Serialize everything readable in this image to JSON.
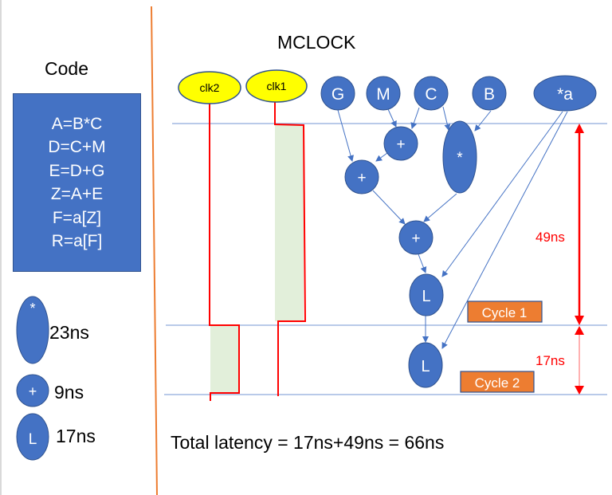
{
  "title": "MCLOCK",
  "code": {
    "heading": "Code",
    "lines": [
      "A=B*C",
      "D=C+M",
      "E=D+G",
      "Z=A+E",
      "F=a[Z]",
      "R=a[F]"
    ]
  },
  "legend": [
    {
      "symbol": "*",
      "shape": "tall-ellipse",
      "latency": "23ns"
    },
    {
      "symbol": "+",
      "shape": "circle",
      "latency": "9ns"
    },
    {
      "symbol": "L",
      "shape": "ellipse",
      "latency": "17ns"
    }
  ],
  "clocks": [
    {
      "id": "clk2",
      "label": "clk2"
    },
    {
      "id": "clk1",
      "label": "clk1"
    }
  ],
  "inputs": [
    {
      "id": "G",
      "label": "G"
    },
    {
      "id": "M",
      "label": "M"
    },
    {
      "id": "C",
      "label": "C"
    },
    {
      "id": "B",
      "label": "B"
    },
    {
      "id": "a",
      "label": "*a"
    }
  ],
  "operations": [
    {
      "id": "add1",
      "label": "+",
      "computes": "D=C+M"
    },
    {
      "id": "add2",
      "label": "+",
      "computes": "E=D+G"
    },
    {
      "id": "mul1",
      "label": "*",
      "computes": "A=B*C"
    },
    {
      "id": "add3",
      "label": "+",
      "computes": "Z=A+E"
    },
    {
      "id": "load1",
      "label": "L",
      "computes": "F=a[Z]"
    },
    {
      "id": "load2",
      "label": "L",
      "computes": "R=a[F]"
    }
  ],
  "edges": [
    [
      "M",
      "add1"
    ],
    [
      "C",
      "add1"
    ],
    [
      "G",
      "add2"
    ],
    [
      "add1",
      "add2"
    ],
    [
      "C",
      "mul1"
    ],
    [
      "B",
      "mul1"
    ],
    [
      "add2",
      "add3"
    ],
    [
      "mul1",
      "add3"
    ],
    [
      "add3",
      "load1"
    ],
    [
      "a",
      "load1"
    ],
    [
      "load1",
      "load2"
    ],
    [
      "a",
      "load2"
    ]
  ],
  "cycles": [
    {
      "label": "Cycle 1",
      "duration": "49ns"
    },
    {
      "label": "Cycle 2",
      "duration": "17ns"
    }
  ],
  "total_latency": "Total latency = 17ns+49ns = 66ns",
  "colors": {
    "node_fill": "#4472c4",
    "node_stroke": "#2f528f",
    "clock_fill": "#ffff00",
    "cycle_box": "#ed7d31",
    "timing_red": "#ff0000",
    "divider": "#ed7d31",
    "grid_line": "#8faadc",
    "active_fill": "#e2efda"
  }
}
